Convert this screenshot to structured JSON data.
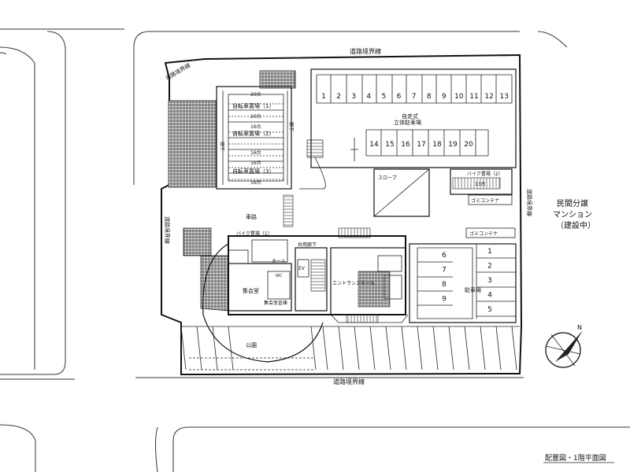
{
  "labels": {
    "road_boundary": "道路境界線",
    "parking_self": "自走式",
    "parking_structure": "立体駐車場",
    "bicycle_1": "自転車置場（1）",
    "bicycle_2": "自転車置場（2）",
    "bicycle_3": "自転車置場（3）",
    "bike_parking_1": "バイク置場（1）",
    "bike_parking_2": "バイク置場（2）",
    "garbage_container": "ゴミコンテナ",
    "garbage_container_2": "ゴミコンテナ",
    "driveway": "車路",
    "slope": "スロープ",
    "corridor": "廊下",
    "shared_corridor": "共用廊下",
    "hall": "ホール",
    "meeting_room": "集会室",
    "meeting_storage": "集会室倉庫",
    "entrance_hall": "エントランスホール",
    "parking": "駐車場",
    "park": "公園",
    "ev": "EV",
    "wc": "WC",
    "neighbor_1": "民間分譲",
    "neighbor_2": "マンション",
    "neighbor_3": "（建設中）",
    "caption": "配置図・1階平面図",
    "north": "N",
    "bike_count_20a": "20台",
    "bike_count_20b": "20台",
    "bike_count_16a": "16台",
    "bike_count_16b": "16台",
    "bike_count_16c": "16台",
    "bike_count_16d": "16台",
    "bike_count_13": "13台"
  },
  "parking_top_row": [
    "1",
    "2",
    "3",
    "4",
    "5",
    "6",
    "7",
    "8",
    "9",
    "10",
    "11",
    "12",
    "13"
  ],
  "parking_mid_row": [
    "14",
    "15",
    "16",
    "17",
    "18",
    "19",
    "20"
  ],
  "parking_right_a": [
    "6",
    "7",
    "8",
    "9"
  ],
  "parking_right_b": [
    "1",
    "2",
    "3",
    "4",
    "5"
  ]
}
